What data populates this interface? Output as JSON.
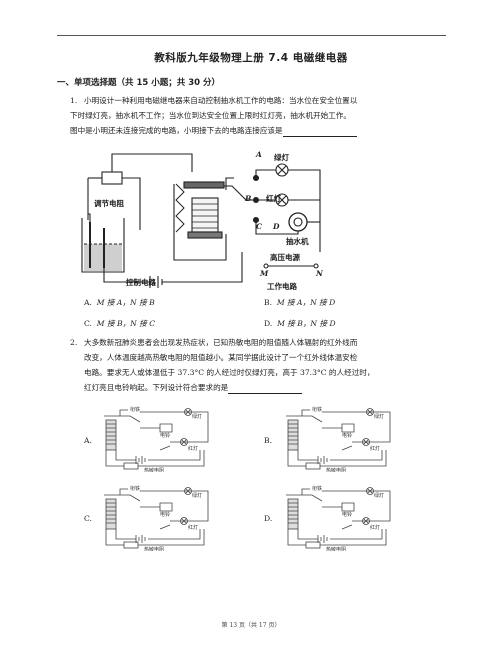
{
  "doc": {
    "title": "教科版九年级物理上册 7.4 电磁继电器",
    "section": "一、单项选择题（共 15 小题；共 30 分）",
    "footer": "第 13 页（共 17 页）"
  },
  "q1": {
    "num": "1.",
    "lines": [
      "小明设计一种利用电磁继电器来自动控制抽水机工作的电路：当水位在安全位置以",
      "下时绿灯亮，抽水机不工作；当水位到达安全位置上限时红灯亮，抽水机开始工作。",
      "图中是小明还未连接完成的电路，小明接下去的电路连接应该是"
    ],
    "figure_labels": {
      "a": "A",
      "green_lamp": "绿灯",
      "b": "B",
      "red_lamp": "红灯",
      "c": "C",
      "d": "D",
      "pump": "抽水机",
      "adjust_resistor": "调节电阻",
      "hv_source": "高压电源",
      "control_circuit": "控制电路",
      "m": "M",
      "n": "N",
      "work_circuit": "工作电路"
    },
    "options": {
      "a": {
        "letter": "A.",
        "text": "M  接  A，N  接  B"
      },
      "b": {
        "letter": "B.",
        "text": "M  接  A，N  接  D"
      },
      "c": {
        "letter": "C.",
        "text": "M  接  B，N  接  C"
      },
      "d": {
        "letter": "D.",
        "text": "M  接  B，N  接  D"
      }
    }
  },
  "q2": {
    "num": "2.",
    "lines": [
      "大多数新冠肺炎患者会出现发热症状，已知热敏电阻的阻值随人体辐射的红外线而",
      "改变，人体温度越高热敏电阻的阻值越小。某同学据此设计了一个红外线体温安检",
      "电路。要求无人或体温低于  37.3°C  的人经过时仅绿灯亮，高于  37.3°C  的人经过时，",
      "红灯亮且电铃响起。下列设计符合要求的是"
    ],
    "small_labels": {
      "armature": "衔铁",
      "green_lamp": "绿灯",
      "red_lamp": "红灯",
      "bell": "电铃",
      "thermistor": "热敏电阻"
    },
    "options": {
      "a": "A.",
      "b": "B.",
      "c": "C.",
      "d": "D."
    }
  }
}
